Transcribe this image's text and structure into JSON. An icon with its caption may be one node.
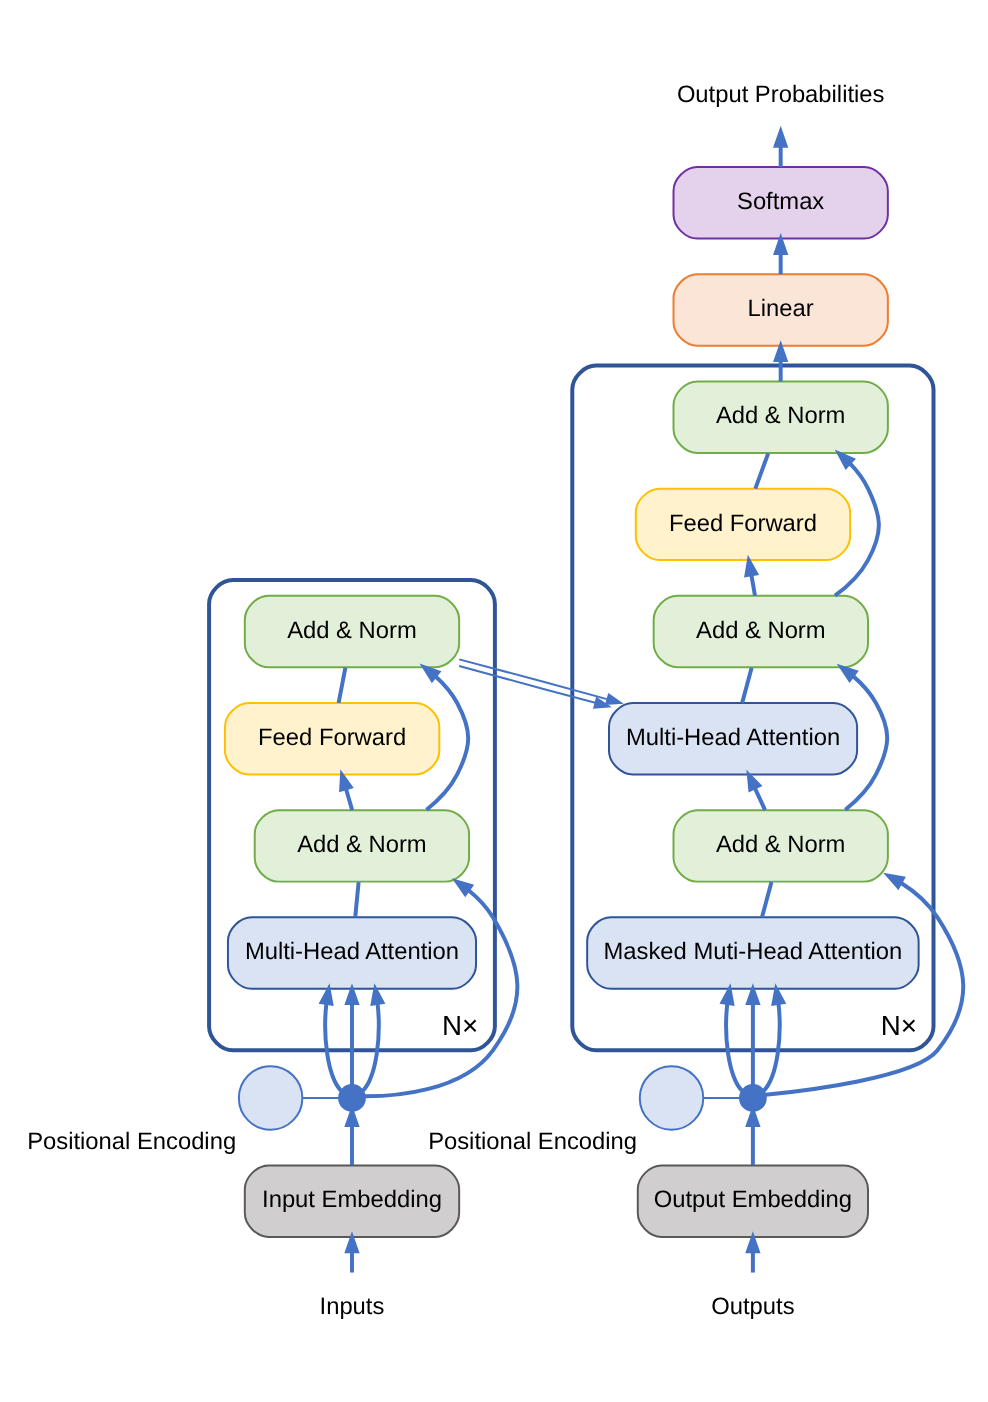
{
  "diagram": {
    "nodes": [
      {
        "text": [],
        "shape": "box",
        "beside": [
          "N×"
        ]
      },
      {
        "text": [
          "Inputs"
        ]
      },
      {
        "text": [
          "Input Embedding"
        ]
      },
      {
        "text": [],
        "shape": "circle"
      },
      {
        "text": [],
        "shape": "circle",
        "beside": [
          "Positional Encoding"
        ]
      },
      {
        "text": [
          "Multi-Head Attention"
        ],
        "in": 0
      },
      {
        "text": [
          "Add & Norm"
        ],
        "in": 0
      },
      {
        "text": [
          "Feed Forward"
        ],
        "in": 0
      },
      {
        "text": [
          "Add & Norm"
        ],
        "in": 0
      },
      {
        "text": [],
        "shape": "box",
        "beside": [
          "N×"
        ]
      },
      {
        "text": [
          "Outputs"
        ]
      },
      {
        "text": [
          "Output Embedding"
        ]
      },
      {
        "text": [],
        "shape": "circle"
      },
      {
        "text": [],
        "shape": "circle",
        "beside": [
          "Positional Encoding"
        ]
      },
      {
        "text": [
          "Masked Muti-Head Attention"
        ],
        "in": 9
      },
      {
        "text": [
          "Add & Norm"
        ],
        "in": 9
      },
      {
        "text": [
          "Multi-Head Attention"
        ],
        "in": 9
      },
      {
        "text": [
          "Add & Norm"
        ],
        "in": 9
      },
      {
        "text": [
          "Feed Forward"
        ],
        "in": 9
      },
      {
        "text": [
          "Add & Norm"
        ],
        "in": 9
      },
      {
        "text": [
          "Linear"
        ]
      },
      {
        "text": [
          "Softmax"
        ]
      },
      {
        "text": [
          "Output Probabilities"
        ]
      }
    ],
    "edges": [
      {
        "from": 1,
        "to": 2,
        "arrow": "to"
      },
      {
        "from": 2,
        "to": 3,
        "arrow": "to"
      },
      {
        "from": 4,
        "to": 3,
        "arrow": "none"
      },
      {
        "from": 3,
        "to": 5,
        "arrow": "to"
      },
      {
        "from": 3,
        "to": 5,
        "arrow": "to"
      },
      {
        "from": 3,
        "to": 5,
        "arrow": "to"
      },
      {
        "from": 3,
        "to": 6,
        "arrow": "to"
      },
      {
        "from": 5,
        "to": 6,
        "arrow": "none"
      },
      {
        "from": 6,
        "to": 7,
        "arrow": "to"
      },
      {
        "from": 6,
        "to": 8,
        "arrow": "to"
      },
      {
        "from": 7,
        "to": 8,
        "arrow": "none"
      },
      {
        "from": 8,
        "to": 16,
        "arrow": "to"
      },
      {
        "from": 8,
        "to": 16,
        "arrow": "to"
      },
      {
        "from": 10,
        "to": 11,
        "arrow": "to"
      },
      {
        "from": 11,
        "to": 12,
        "arrow": "to"
      },
      {
        "from": 13,
        "to": 12,
        "arrow": "none"
      },
      {
        "from": 12,
        "to": 14,
        "arrow": "to"
      },
      {
        "from": 12,
        "to": 14,
        "arrow": "to"
      },
      {
        "from": 12,
        "to": 14,
        "arrow": "to"
      },
      {
        "from": 12,
        "to": 15,
        "arrow": "to"
      },
      {
        "from": 14,
        "to": 15,
        "arrow": "none"
      },
      {
        "from": 15,
        "to": 16,
        "arrow": "to"
      },
      {
        "from": 15,
        "to": 17,
        "arrow": "to"
      },
      {
        "from": 16,
        "to": 17,
        "arrow": "none"
      },
      {
        "from": 17,
        "to": 18,
        "arrow": "to"
      },
      {
        "from": 17,
        "to": 19,
        "arrow": "to"
      },
      {
        "from": 18,
        "to": 19,
        "arrow": "none"
      },
      {
        "from": 19,
        "to": 20,
        "arrow": "to"
      },
      {
        "from": 20,
        "to": 21,
        "arrow": "to"
      },
      {
        "from": 21,
        "to": 22,
        "arrow": "to"
      }
    ]
  }
}
